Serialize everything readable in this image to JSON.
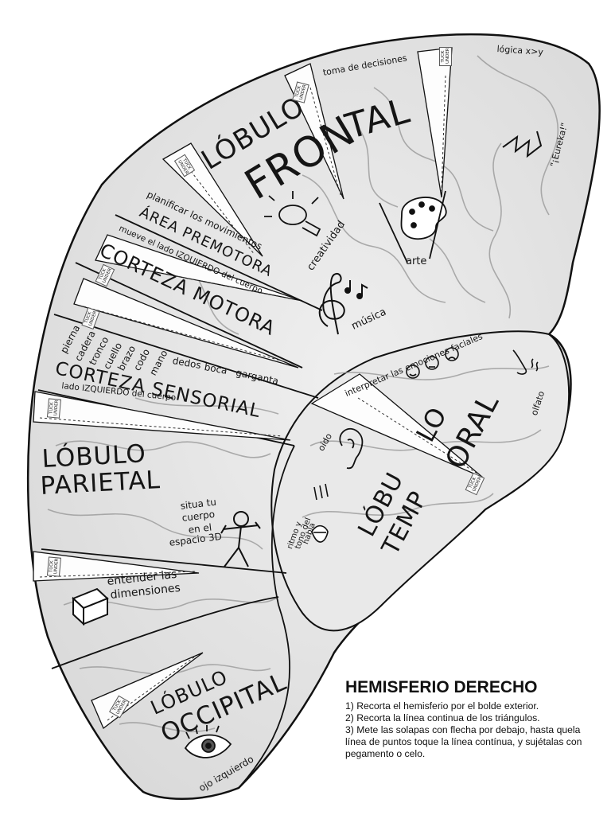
{
  "title": "HEMISFERIO DERECHO",
  "instructions": [
    "1) Recorta el hemisferio por el bolde exterior.",
    "2) Recorta la línea continua de los triángulos.",
    "3) Mete las solapas con flecha por debajo, hasta quela línea de puntos toque la línea contínua, y sujétalas con pegamento o celo."
  ],
  "tuck_label": "TUCK UNDER",
  "lobes": {
    "frontal_1": "LÓBULO",
    "frontal_2a": "FRON",
    "frontal_2b": "TAL",
    "premotora_1": "planificar los movimientos",
    "premotora_2": "ÁREA PREMOTORA",
    "motora_caption": "mueve el lado IZQUIERDO del cuerpo",
    "motora": "CORTEZA MOTORA",
    "sensorial": "CORTEZA SENSORIAL",
    "sensorial_caption": "lado IZQUIERDO del cuerpo",
    "parietal_1": "LÓBULO",
    "parietal_2": "PARIETAL",
    "temporal_1a": "LÓBU",
    "temporal_1b": "LO",
    "temporal_2a": "TEMP",
    "temporal_2b": "ORAL",
    "occipital_1": "LÓBULO",
    "occipital_2": "OCCIPITAL"
  },
  "body_parts": [
    "pierna",
    "cadera",
    "tronco",
    "cuello",
    "brazo",
    "codo",
    "mano",
    "dedos",
    "boca",
    "garganta"
  ],
  "functions": {
    "decisiones": "toma de decisiones",
    "logica": "lógica  x>y",
    "eureka": "\"¡Eureka!\"",
    "creatividad": "creatividad",
    "arte": "arte",
    "musica": "música",
    "emociones": "interpretar las emociones faciales",
    "olfato": "olfato",
    "oido": "oído",
    "ritmo": [
      "ritmo y",
      "tono del",
      "habla"
    ],
    "situa": [
      "situa tu",
      "cuerpo",
      "en el",
      "espacio 3D"
    ],
    "dimensiones": [
      "entender las",
      "dimensiones"
    ],
    "ojo": "ojo izquierdo"
  },
  "icons": [
    "lightbulb-icon",
    "palette-icon",
    "treble-clef-icon",
    "zigzag-icon",
    "faces-icon",
    "nose-icon",
    "ear-icon",
    "mouth-icon",
    "stick-figure-icon",
    "cube-icon",
    "eye-icon"
  ],
  "colors": {
    "ink": "#151515",
    "brain": "#e6e6e6",
    "paper": "#ffffff"
  }
}
